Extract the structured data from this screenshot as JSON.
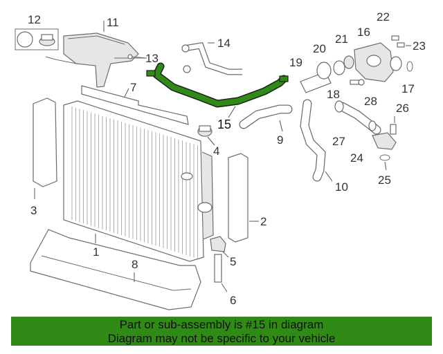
{
  "diagram": {
    "highlight_color": "#2f8a16",
    "callouts": {
      "c1": "1",
      "c2": "2",
      "c3": "3",
      "c4": "4",
      "c5": "5",
      "c6": "6",
      "c7": "7",
      "c8": "8",
      "c9": "9",
      "c10": "10",
      "c11": "11",
      "c12": "12",
      "c13": "13",
      "c14": "14",
      "c15": "15",
      "c16": "16",
      "c17": "17",
      "c18": "18",
      "c19": "19",
      "c20": "20",
      "c21": "21",
      "c22": "22",
      "c23": "23",
      "c24": "24",
      "c25": "25",
      "c26": "26",
      "c27": "27",
      "c28": "28"
    }
  },
  "banner": {
    "line1": "Part or sub-assembly is #15 in diagram",
    "line2": "Diagram may not be specific to your vehicle",
    "background": "#2f8a16"
  }
}
